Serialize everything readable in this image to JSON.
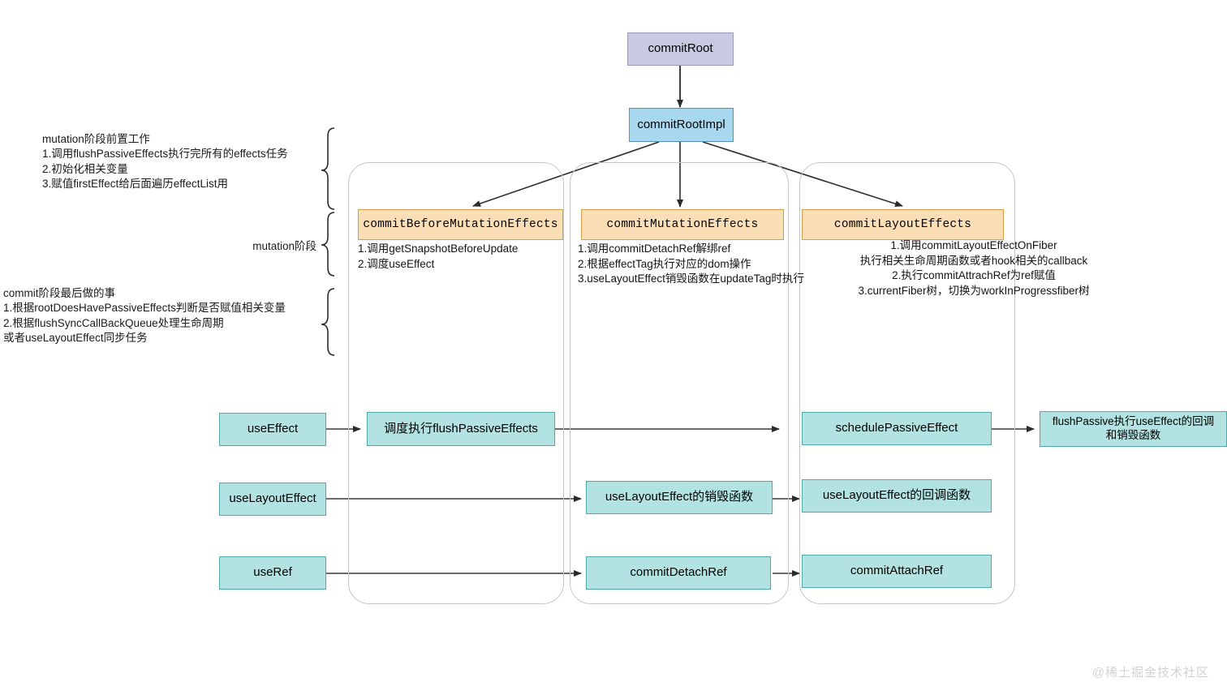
{
  "diagram": {
    "title_watermark": "@稀土掘金技术社区",
    "colors": {
      "lavender": "#c9c9e2",
      "blue": "#a8d8ef",
      "orange": "#fadfb6",
      "teal": "#b2e2e2",
      "container_border": "#c7c7c7",
      "arrow": "#333333"
    },
    "top_nodes": {
      "commit_root": "commitRoot",
      "commit_root_impl": "commitRootImpl"
    },
    "phases": [
      {
        "key": "before_mutation",
        "header": "commitBeforeMutationEffects",
        "details": "1.调用getSnapshotBeforeUpdate\n2.调度useEffect"
      },
      {
        "key": "mutation",
        "header": "commitMutationEffects",
        "details": "1.调用commitDetachRef解绑ref\n2.根据effectTag执行对应的dom操作\n3.useLayoutEffect销毁函数在updateTag时执行"
      },
      {
        "key": "layout",
        "header": "commitLayoutEffects",
        "details": "1.调用commitLayoutEffectOnFiber\n执行相关生命周期函数或者hook相关的callback\n2.执行commitAttrachRef为ref赋值\n3.currentFiber树，切换为workInProgressfiber树"
      }
    ],
    "annotations": [
      {
        "key": "pre_work",
        "text": "mutation阶段前置工作\n1.调用flushPassiveEffects执行完所有的effects任务\n2.初始化相关变量\n3.赋值firstEffect给后面遍历effectList用"
      },
      {
        "key": "mutation_phase_label",
        "text": "mutation阶段"
      },
      {
        "key": "post_work",
        "text": "commit阶段最后做的事\n1.根据rootDoesHavePassiveEffects判断是否赋值相关变量\n2.根据flushSyncCallBackQueue处理生命周期\n或者useLayoutEffect同步任务"
      }
    ],
    "hook_rows": [
      {
        "key": "use-effect",
        "source": "useEffect",
        "before_mutation": "调度执行flushPassiveEffects",
        "mutation": null,
        "layout": "schedulePassiveEffect",
        "tail": "flushPassive执行useEffect的回调\n和销毁函数"
      },
      {
        "key": "use-layout-effect",
        "source": "useLayoutEffect",
        "before_mutation": null,
        "mutation": "useLayoutEffect的销毁函数",
        "layout": "useLayoutEffect的回调函数",
        "tail": null
      },
      {
        "key": "use-ref",
        "source": "useRef",
        "before_mutation": null,
        "mutation": "commitDetachRef",
        "layout": "commitAttachRef",
        "tail": null
      }
    ]
  }
}
